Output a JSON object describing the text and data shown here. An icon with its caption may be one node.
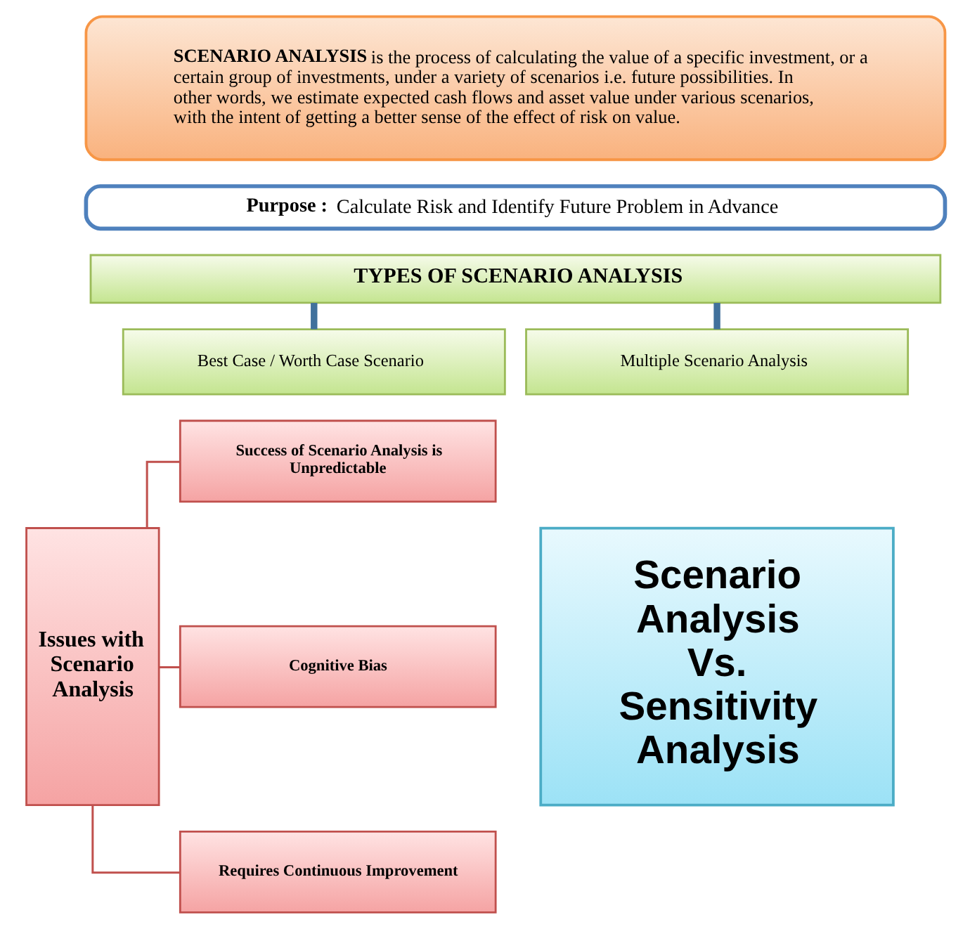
{
  "diagram": {
    "nodes": [
      {
        "text": [
          "**SCENARIO ANALYSIS** is the process of calculating the value of a specific investment, or a certain group of investments, under a variety of scenarios i.e. future possibilities. In other words, we estimate expected cash flows and asset value under various scenarios, with the intent of getting a better sense of the effect of risk on value."
        ]
      },
      {
        "text": [
          "**Purpose :** Calculate Risk and Identify Future Problem in Advance"
        ]
      },
      {
        "text": [
          "TYPES OF SCENARIO ANALYSIS"
        ]
      },
      {
        "text": [
          "Best Case / Worth Case Scenario"
        ]
      },
      {
        "text": [
          "Multiple Scenario Analysis"
        ]
      },
      {
        "text": [
          "Issues with Scenario Analysis"
        ]
      },
      {
        "text": [
          "Success of Scenario Analysis is Unpredictable"
        ]
      },
      {
        "text": [
          "Cognitive Bias"
        ]
      },
      {
        "text": [
          "Requires Continuous Improvement"
        ]
      },
      {
        "text": [
          "Scenario Analysis Vs. Sensitivity Analysis"
        ]
      }
    ],
    "edges": [
      {
        "from": 2,
        "to": 3,
        "arrow": "none",
        "style": "thick",
        "color": "#41719c"
      },
      {
        "from": 2,
        "to": 4,
        "arrow": "none",
        "style": "thick",
        "color": "#41719c"
      },
      {
        "from": 5,
        "to": 6,
        "arrow": "none"
      },
      {
        "from": 5,
        "to": 7,
        "arrow": "none"
      },
      {
        "from": 5,
        "to": 8,
        "arrow": "none"
      }
    ]
  }
}
